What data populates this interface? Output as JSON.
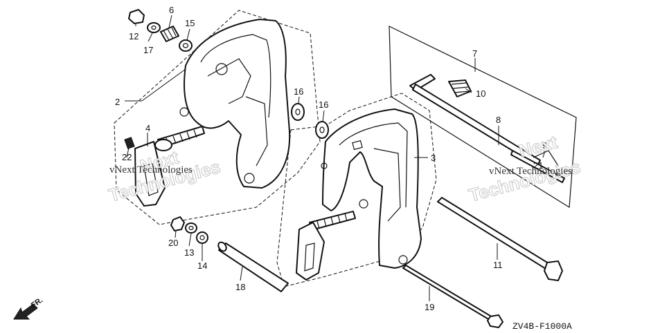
{
  "callouts": {
    "c2": "2",
    "c3": "3",
    "c4": "4",
    "c6": "6",
    "c7": "7",
    "c8": "8",
    "c9": "9",
    "c10": "10",
    "c11": "11",
    "c12": "12",
    "c13": "13",
    "c14": "14",
    "c15": "15",
    "c16a": "16",
    "c16b": "16",
    "c17": "17",
    "c18": "18",
    "c19": "19",
    "c20": "20",
    "c21": "21",
    "c22": "22"
  },
  "watermark": {
    "left_big": "Technologies",
    "left_small": "vNext Technologies",
    "right_big": "Technologies",
    "right_small": "vNext Technologies",
    "left_top": "Next",
    "right_top": "Next"
  },
  "diagram_code": "ZV4B-F1000A",
  "direction_label": "FR."
}
